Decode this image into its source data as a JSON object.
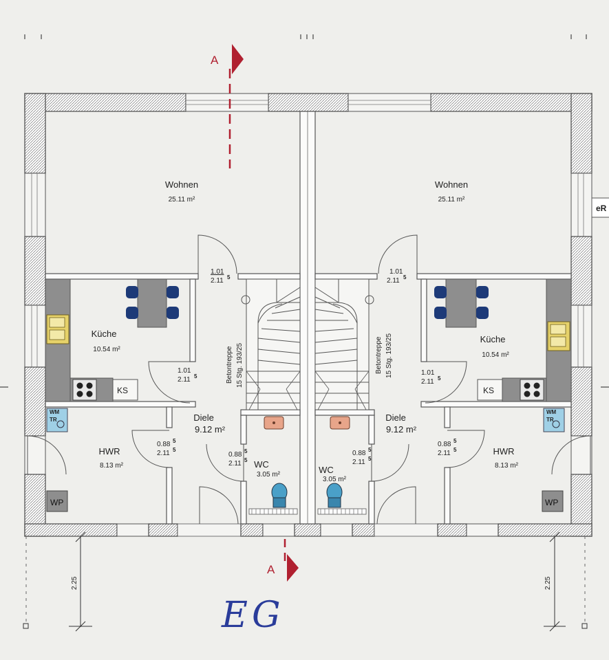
{
  "drawing": {
    "section_marker": "A",
    "floor_label": "EG",
    "edge_label": "eR",
    "dim_outside": "2.25"
  },
  "rooms": {
    "wohnen_left": {
      "name": "Wohnen",
      "area": "25.11 m²"
    },
    "wohnen_right": {
      "name": "Wohnen",
      "area": "25.11 m²"
    },
    "kueche_left": {
      "name": "Küche",
      "area": "10.54 m²"
    },
    "kueche_right": {
      "name": "Küche",
      "area": "10.54 m²"
    },
    "hwr_left": {
      "name": "HWR",
      "area": "8.13 m²"
    },
    "hwr_right": {
      "name": "HWR",
      "area": "8.13 m²"
    },
    "diele_left": {
      "name": "Diele",
      "area": "9.12 m²"
    },
    "diele_right": {
      "name": "Diele",
      "area": "9.12 m²"
    },
    "wc_left": {
      "name": "WC",
      "area": "3.05 m²"
    },
    "wc_right": {
      "name": "WC",
      "area": "3.05 m²"
    }
  },
  "stairs": {
    "line1": "Betontreppe",
    "line2": "15 Stg. 193/25"
  },
  "doors": {
    "w101": "1.01",
    "h2115": "2.11",
    "w0885": "0.88",
    "sup5": "5"
  },
  "appliances": {
    "ks": "KS",
    "wp": "WP",
    "wm": "WM",
    "tr": "TR"
  },
  "colors": {
    "paper": "#efefec",
    "wall": "#555555",
    "section_line": "#b02030",
    "counter": "#8e8e8e",
    "chair": "#1d3a78",
    "sink": "#e6d26a",
    "washbasin": "#e8a58a",
    "toilet": "#4aa0c8",
    "washer": "#9fd0e6",
    "handwriting": "#2a3c9a"
  }
}
